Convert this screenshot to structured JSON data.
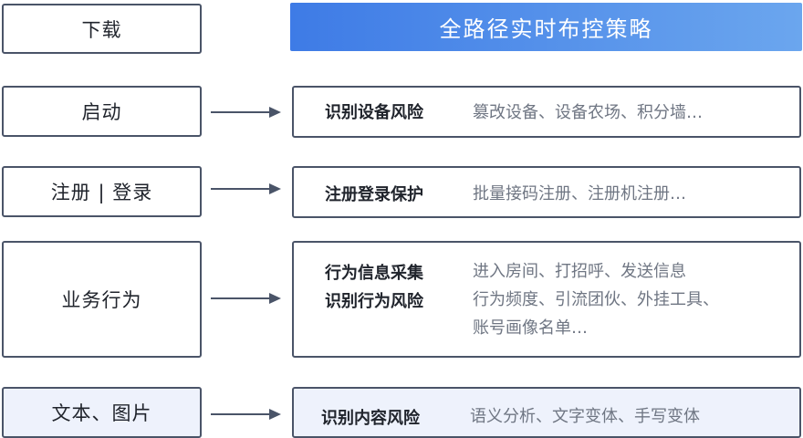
{
  "header": {
    "title": "全路径实时布控策略"
  },
  "stages": {
    "download": "下载",
    "launch": "启动",
    "register": "注册 | 登录",
    "business": "业务行为",
    "content": "文本、图片"
  },
  "strategies": {
    "device": {
      "name": "识别设备风险",
      "desc": "篡改设备、设备农场、积分墙…"
    },
    "register": {
      "name": "注册登录保护",
      "desc": "批量接码注册、注册机注册…"
    },
    "behavior": {
      "names": [
        "行为信息采集",
        "识别行为风险"
      ],
      "desc": [
        "进入房间、打招呼、发送信息",
        "行为频度、引流团伙、外挂工具、",
        "账号画像名单…"
      ]
    },
    "content": {
      "name": "识别内容风险",
      "desc": "语义分析、文字变体、手写变体"
    }
  },
  "colors": {
    "border": "#4a5468",
    "header_gradient_start": "#3e7be6",
    "header_gradient_end": "#6ba6ee",
    "highlight_bg": "#eef2fc",
    "desc_text": "#6f7683"
  }
}
